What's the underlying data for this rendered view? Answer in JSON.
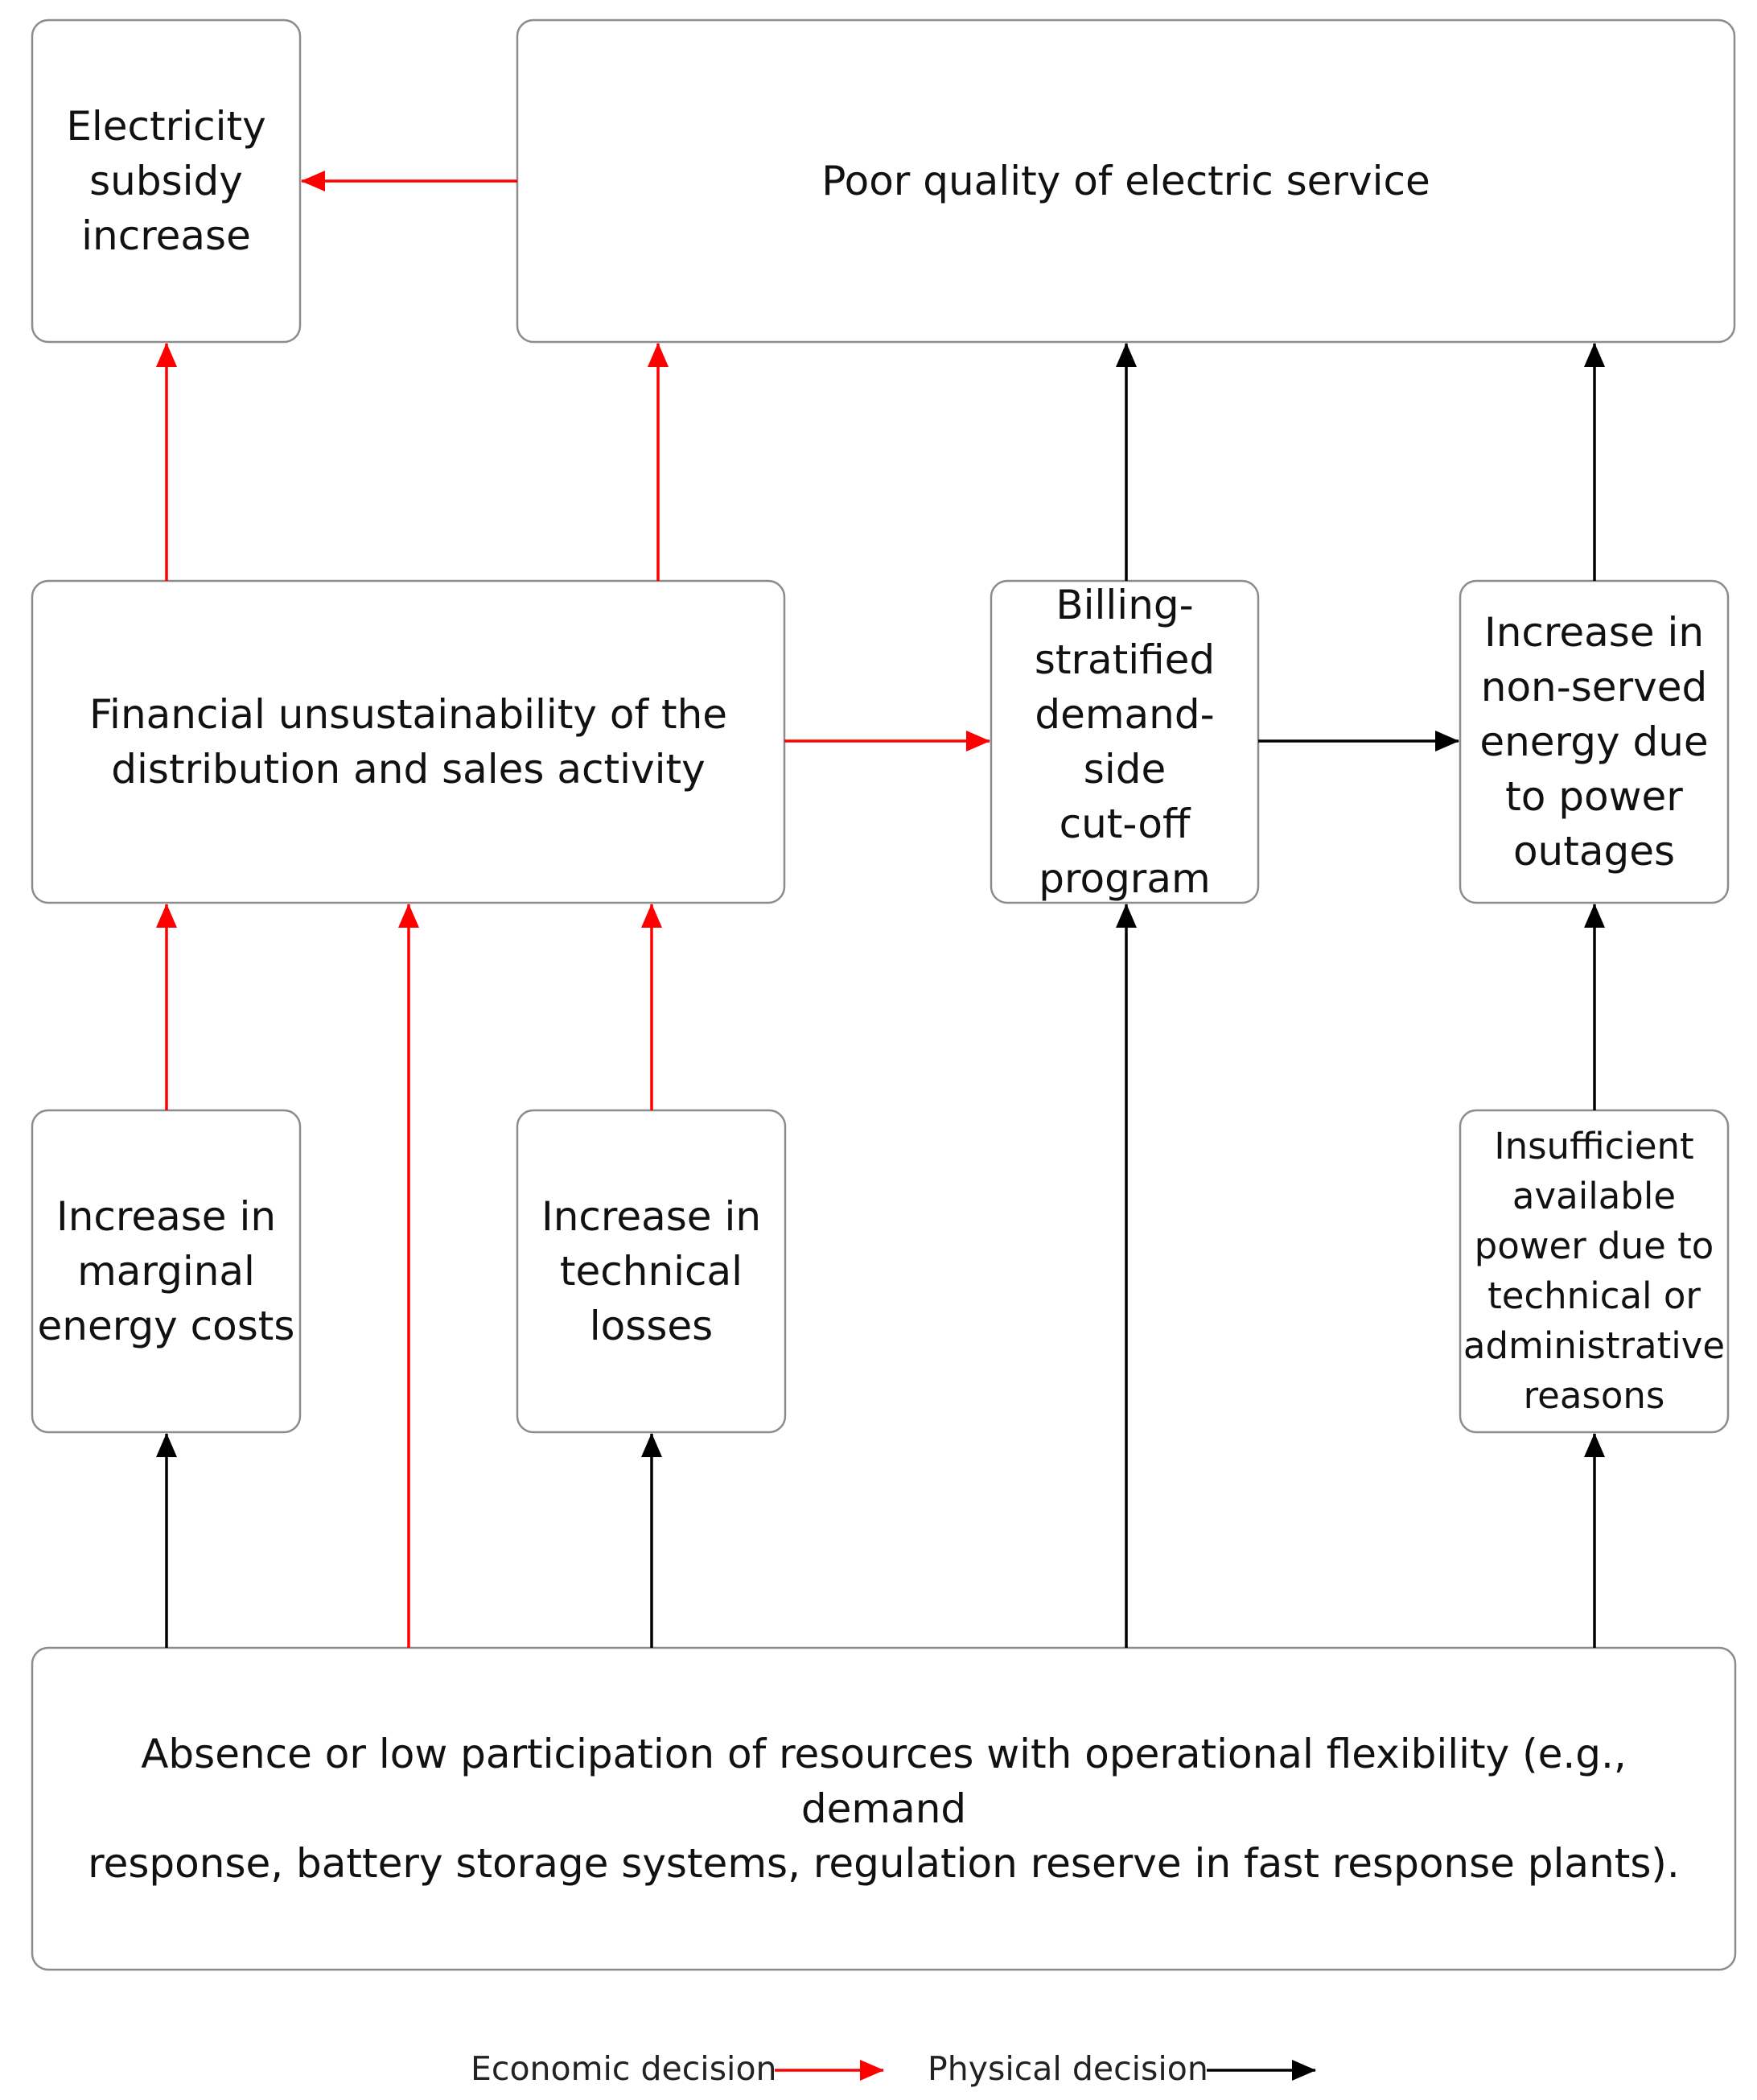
{
  "nodes": {
    "subsidy": "Electricity\nsubsidy\nincrease",
    "poor_quality": "Poor quality of electric service",
    "financial": "Financial unsustainability of the\ndistribution and sales activity",
    "billing": "Billing-\nstratified\ndemand-side\ncut-off\nprogram",
    "non_served": "Increase in\nnon-served\nenergy due\nto power\noutages",
    "marginal": "Increase in\nmarginal\nenergy costs",
    "technical_losses": "Increase in\ntechnical\nlosses",
    "insufficient": "Insufficient\navailable\npower due to\ntechnical or\nadministrative\nreasons",
    "absence": "Absence or low participation of resources with operational flexibility (e.g., demand\nresponse, battery storage systems, regulation reserve in fast response plants)."
  },
  "edges": [
    {
      "from": "poor_quality",
      "to": "subsidy",
      "type": "economic"
    },
    {
      "from": "financial",
      "to": "subsidy",
      "type": "economic"
    },
    {
      "from": "financial",
      "to": "poor_quality",
      "type": "economic"
    },
    {
      "from": "billing",
      "to": "poor_quality",
      "type": "physical"
    },
    {
      "from": "non_served",
      "to": "poor_quality",
      "type": "physical"
    },
    {
      "from": "financial",
      "to": "billing",
      "type": "economic"
    },
    {
      "from": "billing",
      "to": "non_served",
      "type": "physical"
    },
    {
      "from": "marginal",
      "to": "financial",
      "type": "economic"
    },
    {
      "from": "absence",
      "to": "financial",
      "type": "economic"
    },
    {
      "from": "technical_losses",
      "to": "financial",
      "type": "economic"
    },
    {
      "from": "absence",
      "to": "billing",
      "type": "physical"
    },
    {
      "from": "insufficient",
      "to": "non_served",
      "type": "physical"
    },
    {
      "from": "absence",
      "to": "marginal",
      "type": "physical"
    },
    {
      "from": "absence",
      "to": "technical_losses",
      "type": "physical"
    },
    {
      "from": "absence",
      "to": "insufficient",
      "type": "physical"
    }
  ],
  "legend": {
    "economic_label": "Economic decision",
    "physical_label": "Physical decision"
  },
  "colors": {
    "economic": "#ff0000",
    "physical": "#000000",
    "border": "#8c8c8c"
  }
}
